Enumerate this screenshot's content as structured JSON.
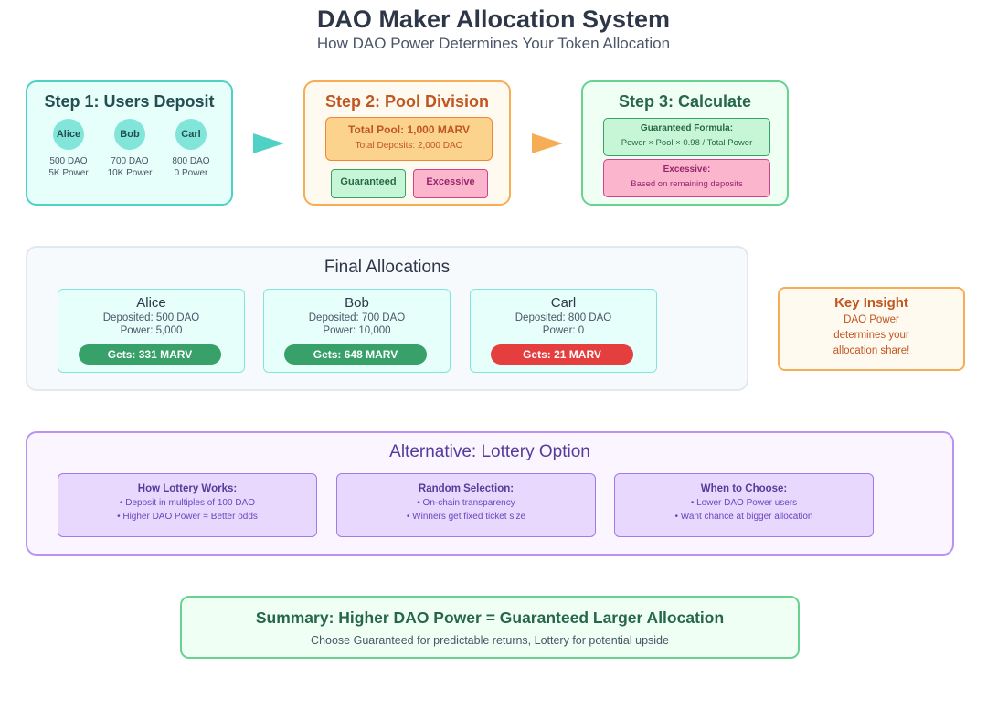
{
  "header": {
    "title": "DAO Maker Allocation System",
    "subtitle": "How DAO Power Determines Your Token Allocation"
  },
  "step1": {
    "title": "Step 1: Users Deposit",
    "users": [
      {
        "name": "Alice",
        "deposit": "500 DAO",
        "power": "5K Power"
      },
      {
        "name": "Bob",
        "deposit": "700 DAO",
        "power": "10K Power"
      },
      {
        "name": "Carl",
        "deposit": "800 DAO",
        "power": "0 Power"
      }
    ]
  },
  "step2": {
    "title": "Step 2: Pool Division",
    "pool_total": "Total Pool: 1,000 MARV",
    "pool_deposits": "Total Deposits: 2,000 DAO",
    "guaranteed_label": "Guaranteed",
    "excessive_label": "Excessive"
  },
  "step3": {
    "title": "Step 3: Calculate",
    "guaranteed_title": "Guaranteed Formula:",
    "guaranteed_formula": "Power × Pool × 0.98 / Total Power",
    "excessive_title": "Excessive:",
    "excessive_desc": "Based on remaining deposits"
  },
  "final": {
    "title": "Final Allocations",
    "cards": [
      {
        "name": "Alice",
        "deposited": "Deposited: 500 DAO",
        "power": "Power: 5,000",
        "gets": "Gets: 331 MARV",
        "color": "#38a169"
      },
      {
        "name": "Bob",
        "deposited": "Deposited: 700 DAO",
        "power": "Power: 10,000",
        "gets": "Gets: 648 MARV",
        "color": "#38a169"
      },
      {
        "name": "Carl",
        "deposited": "Deposited: 800 DAO",
        "power": "Power: 0",
        "gets": "Gets: 21 MARV",
        "color": "#e53e3e"
      }
    ]
  },
  "insight": {
    "title": "Key Insight",
    "text": "DAO Power determines your allocation share!"
  },
  "lottery": {
    "title": "Alternative: Lottery Option",
    "cards": [
      {
        "title": "How Lottery Works:",
        "bullets": [
          "• Deposit in multiples of 100 DAO",
          "• Higher DAO Power = Better odds"
        ]
      },
      {
        "title": "Random Selection:",
        "bullets": [
          "• On-chain transparency",
          "• Winners get fixed ticket size"
        ]
      },
      {
        "title": "When to Choose:",
        "bullets": [
          "• Lower DAO Power users",
          "• Want chance at bigger allocation"
        ]
      }
    ]
  },
  "summary": {
    "title": "Summary: Higher DAO Power = Guaranteed Larger Allocation",
    "text": "Choose Guaranteed for predictable returns, Lottery for potential upside"
  }
}
